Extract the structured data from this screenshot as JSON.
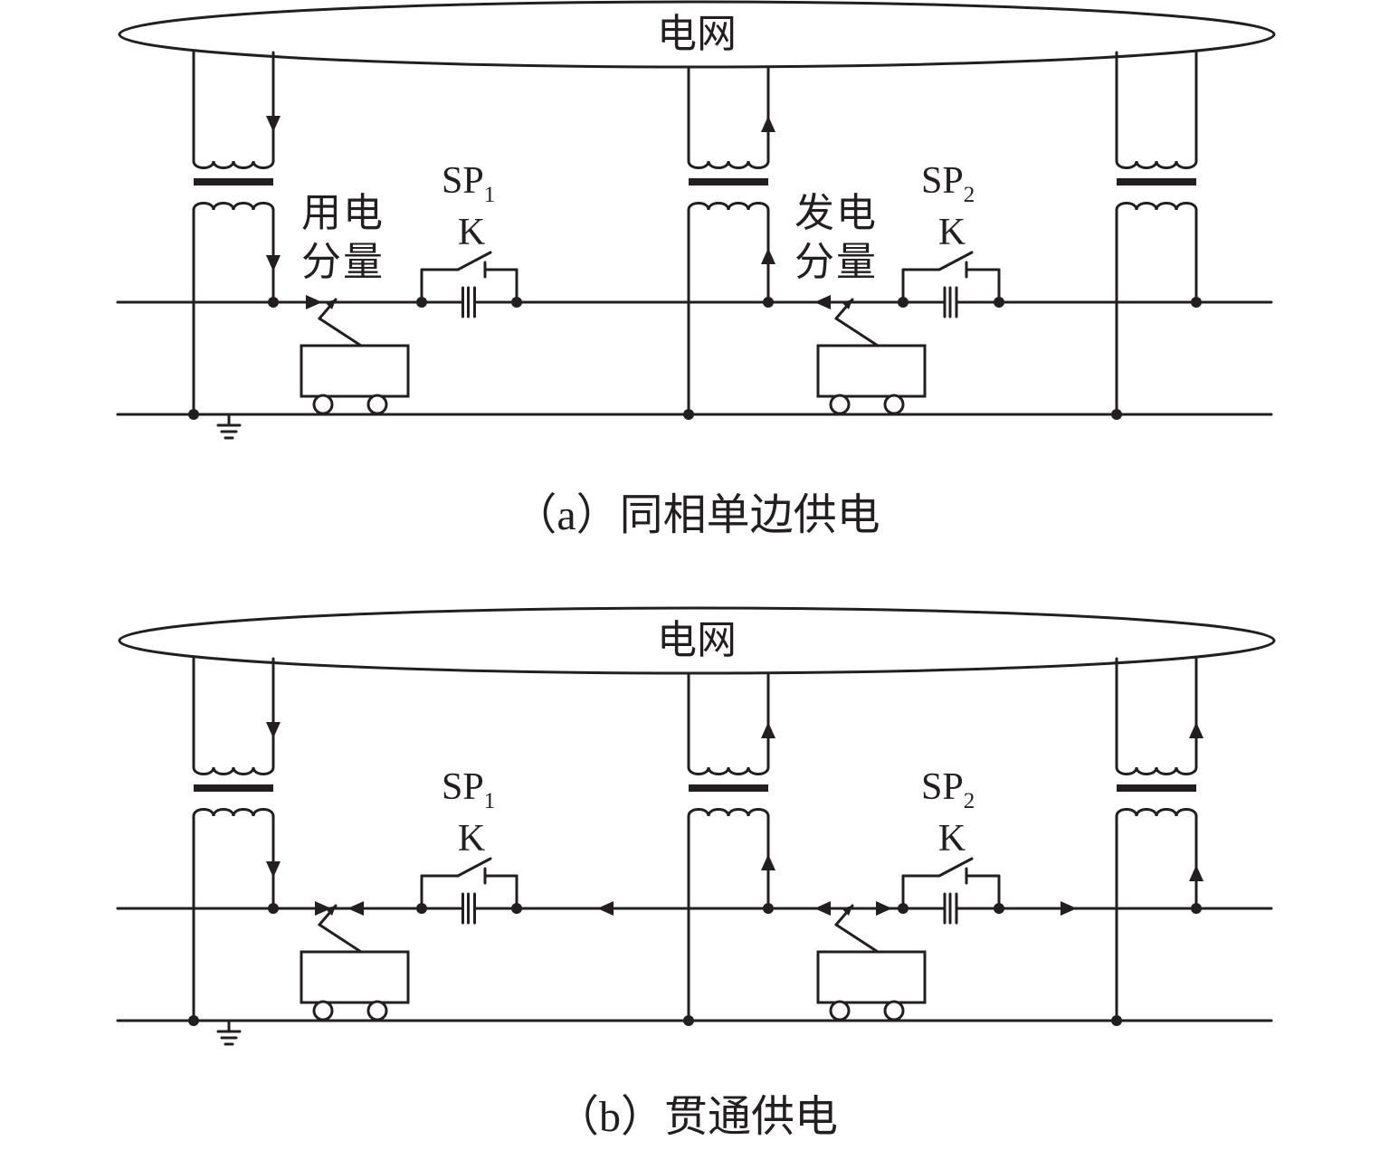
{
  "panels": [
    {
      "grid_label": "电网",
      "caption": "（a）同相单边供电",
      "sp1": {
        "base": "SP",
        "sub": "1",
        "switch": "K"
      },
      "sp2": {
        "base": "SP",
        "sub": "2",
        "switch": "K"
      },
      "label_consume": [
        "用电",
        "分量"
      ],
      "label_generate": [
        "发电",
        "分量"
      ]
    },
    {
      "grid_label": "电网",
      "caption": "（b）贯通供电",
      "sp1": {
        "base": "SP",
        "sub": "1",
        "switch": "K"
      },
      "sp2": {
        "base": "SP",
        "sub": "2",
        "switch": "K"
      }
    }
  ],
  "colors": {
    "ink": "#231f20",
    "background": "#ffffff"
  }
}
